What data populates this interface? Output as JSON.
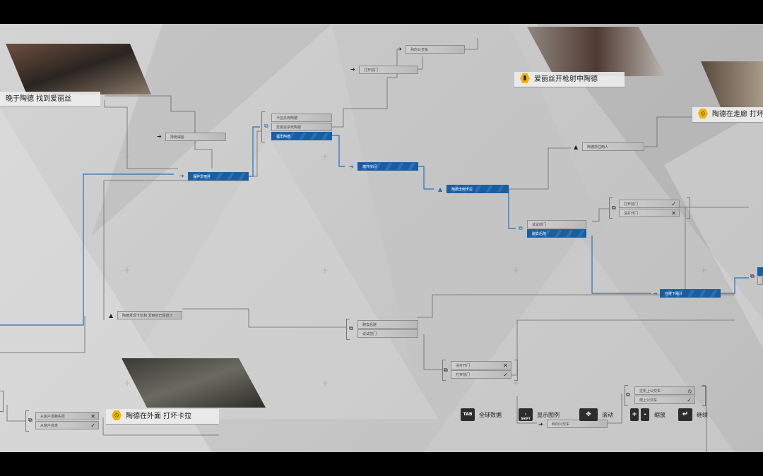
{
  "chapters": {
    "c1": "晚于陶德 找到爱丽丝",
    "c2": "爱丽丝开枪射中陶德",
    "c3": "陶德在走廊 打坏卡",
    "c4": "陶德在外面 打坏卡拉"
  },
  "nodes": {
    "n1": "熟向公交车",
    "n2": "打开前门",
    "n3": "持枪威胁",
    "n4": "保护爱丽丝",
    "n5": "卡拉杀死陶德",
    "n6": "爱丽丝杀死陶德",
    "n7": "猛击陶德",
    "n8": "离开房间",
    "n9": "陶德击倒卡拉",
    "n10": "陶德抓住两人",
    "n11": "打开前门",
    "n12": "没打开门",
    "n13": "试试前门",
    "n14": "跑去后院",
    "n15": "在楼下睡斗",
    "n16": "陶德发现卡拉和 爱丽丝已经逃了",
    "n17": "跑去后院",
    "n18": "试试前门",
    "n19": "没打开门",
    "n20": "打开前门",
    "n21": "从窗户逃跑失败",
    "n22": "从窗户逃走",
    "n23": "拉机上公交车",
    "n24": "爬上公交车",
    "n25": "熟向公交车"
  },
  "controls": {
    "tab_key": "TAB",
    "tab_label": "全球数据",
    "shift_key": "SHIFT",
    "shift_label": "显示图例",
    "scroll_label": "滚动",
    "zoom_plus": "+",
    "zoom_minus": "-",
    "zoom_label": "缩放",
    "continue_label": "继续"
  },
  "icons": {
    "arrow": "➔",
    "warning": "▲",
    "split": "⧉",
    "check": "✓",
    "cross": "✕",
    "no": "⦸"
  },
  "colors": {
    "accent_blue": "#1b5ea0",
    "badge_yellow": "#f0b400"
  }
}
